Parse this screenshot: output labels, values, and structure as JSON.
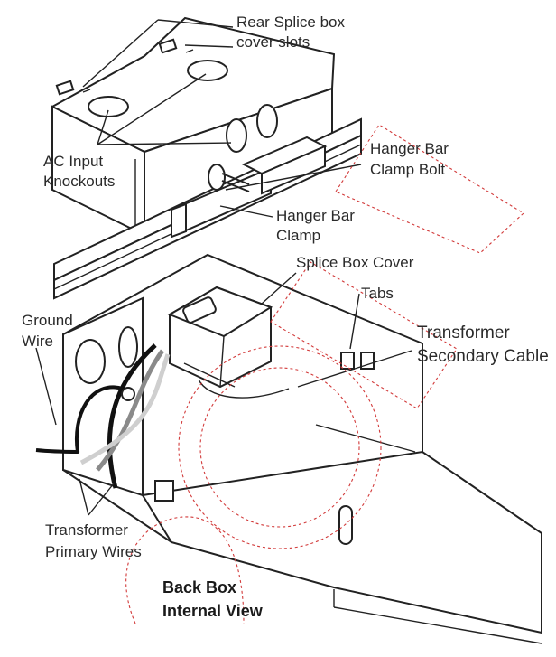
{
  "labels": {
    "rear_splice_box_cover_slots": [
      "Rear Splice box",
      "cover  slots"
    ],
    "ac_input_knockouts": [
      "AC Input",
      "Knockouts"
    ],
    "hanger_bar_clamp_bolt": [
      "Hanger Bar",
      "Clamp Bolt"
    ],
    "hanger_bar_clamp": [
      "Hanger Bar",
      "Clamp"
    ],
    "splice_box_cover_tabs": [
      "Splice Box Cover",
      "Tabs"
    ],
    "ground_wire": [
      "Ground",
      "Wire"
    ],
    "transformer_secondary_cable": [
      "Transformer",
      "Secondary Cable"
    ],
    "transformer_primary_wires": [
      "Transformer",
      "Primary Wires"
    ],
    "back_box_internal_view": [
      "Back Box",
      "Internal View"
    ]
  },
  "colors": {
    "line": "#222222",
    "label_text": "#2a2a2a",
    "watermark": "#d23a3a",
    "primary_wire_black": "#111111",
    "primary_wire_gray": "#8a8a8a",
    "primary_wire_light": "#cfcfcf"
  }
}
